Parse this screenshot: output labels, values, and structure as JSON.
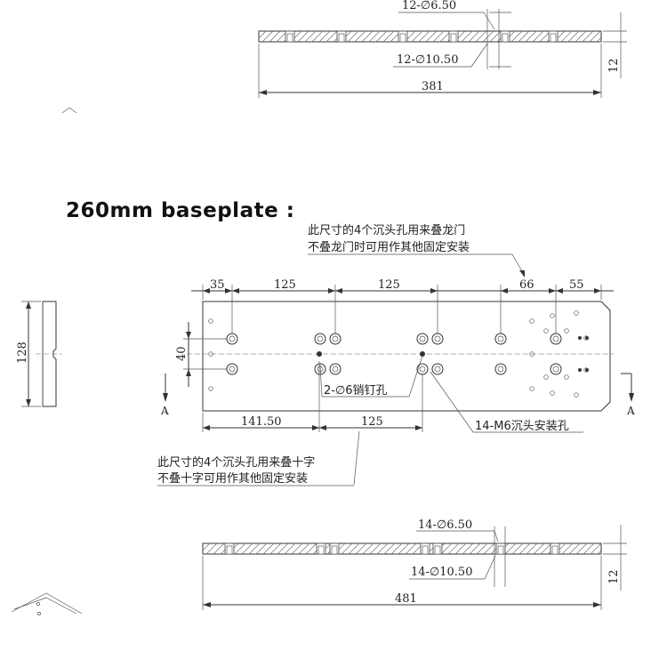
{
  "heading": "260mm baseplate :",
  "top_view": {
    "hole_small_label": "12-∅6.50",
    "hole_large_label": "12-∅10.50",
    "thickness": "12",
    "length": "381"
  },
  "plan_view": {
    "note_top_line1": "此尺寸的4个沉头孔用来叠龙门",
    "note_top_line2": "不叠龙门时可用作其他固定安装",
    "note_bottom_line1": "此尺寸的4个沉头孔用来叠十字",
    "note_bottom_line2": "不叠十字可用作其他固定安装",
    "dims_top": [
      "35",
      "125",
      "125",
      "66",
      "55"
    ],
    "dim_vertical": "40",
    "dim_height": "128",
    "dims_bottom": [
      "141.50",
      "125"
    ],
    "pin_label": "2-∅6销钉孔",
    "tap_label": "14-M6沉头安装孔",
    "section_left": "A",
    "section_right": "A"
  },
  "bottom_view": {
    "hole_small_label": "14-∅6.50",
    "hole_large_label": "14-∅10.50",
    "thickness": "12",
    "length": "481"
  }
}
